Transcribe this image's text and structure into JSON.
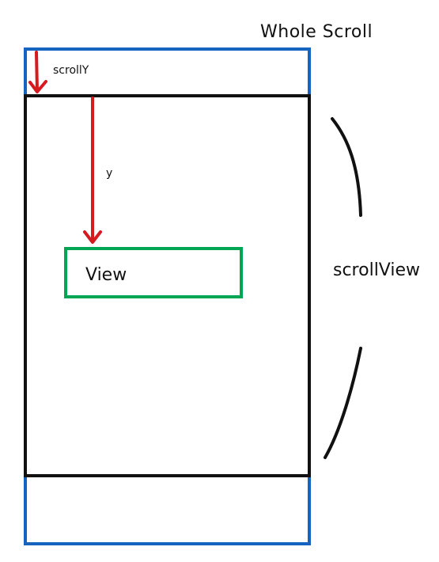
{
  "labels": {
    "whole_scroll": "Whole Scroll",
    "scroll_y": "scrollY",
    "y": "y",
    "view": "View",
    "scroll_view": "scrollView"
  },
  "colors": {
    "whole_scroll_border": "#1565c0",
    "scroll_view_border": "#111111",
    "view_border": "#00a651",
    "arrow": "#d71920",
    "bracket": "#111111"
  }
}
